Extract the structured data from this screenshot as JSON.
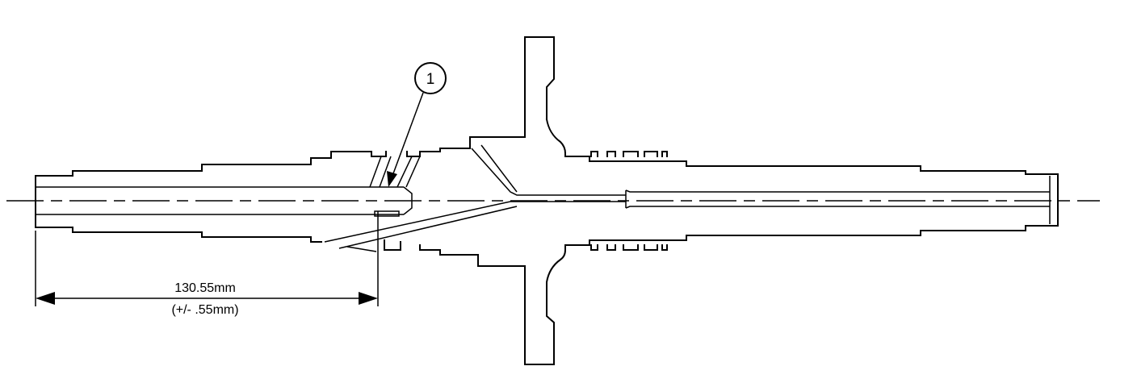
{
  "callout": {
    "number": "1"
  },
  "dimension": {
    "value": "130.55mm",
    "tolerance": "(+/- .55mm)"
  }
}
